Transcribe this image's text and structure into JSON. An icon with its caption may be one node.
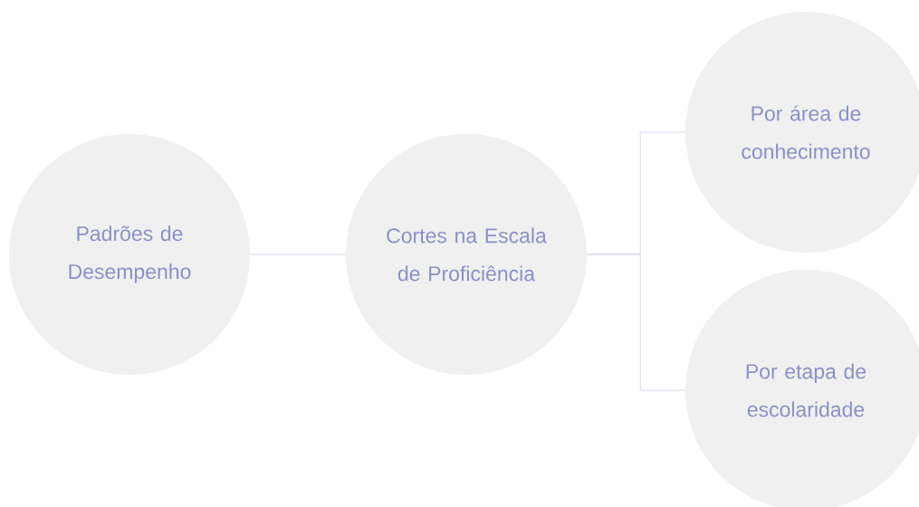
{
  "diagram": {
    "nodes": [
      {
        "text": [
          "Padrões de Desempenho"
        ]
      },
      {
        "text": [
          "Cortes na Escala de Proficiência"
        ]
      },
      {
        "text": [
          "Por área de conhecimento"
        ]
      },
      {
        "text": [
          "Por etapa de escolaridade"
        ]
      }
    ],
    "edges": [
      {
        "from": 0,
        "to": 1,
        "arrow": "none"
      },
      {
        "from": 1,
        "to": 2,
        "arrow": "none"
      },
      {
        "from": 1,
        "to": 3,
        "arrow": "none"
      }
    ]
  }
}
